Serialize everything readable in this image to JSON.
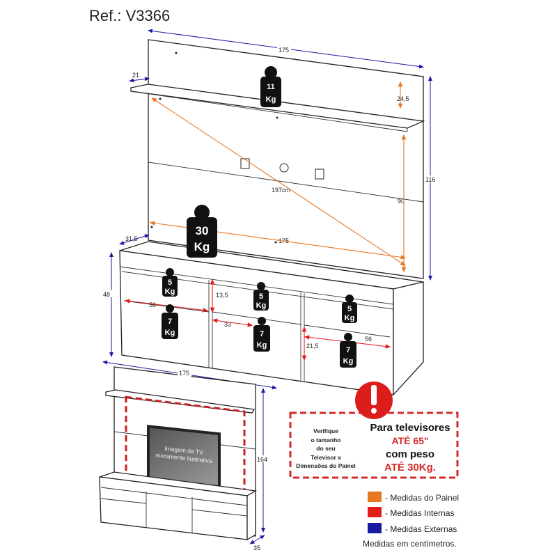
{
  "title": "Ref.: V3366",
  "colors": {
    "orange": "#e87722",
    "red": "#e31b1b",
    "blue": "#1a1aa0"
  },
  "main_dimensions": {
    "panel_width": "175",
    "shelf_depth": "21",
    "shelf_height": "24,5",
    "panel_height": "116",
    "diagonal": "197cm",
    "inner_height": "90",
    "rack_depth": "31,5",
    "inner_width": "175",
    "rack_height": "48",
    "niche_height": "13,5",
    "niche_width_left": "56",
    "niche_width_mid": "33",
    "niche_height_right": "21,5",
    "niche_width_right": "56"
  },
  "weights": {
    "shelf": {
      "value": "11",
      "unit": "Kg"
    },
    "panel": {
      "value": "30",
      "unit": "Kg"
    },
    "top_left": {
      "value": "5",
      "unit": "Kg"
    },
    "top_mid": {
      "value": "5",
      "unit": "Kg"
    },
    "top_right": {
      "value": "5",
      "unit": "Kg"
    },
    "bottom_left": {
      "value": "7",
      "unit": "Kg"
    },
    "bottom_mid": {
      "value": "7",
      "unit": "Kg"
    },
    "bottom_right": {
      "value": "7",
      "unit": "Kg"
    }
  },
  "small_view": {
    "width": "175",
    "height": "164",
    "depth": "35",
    "tv_caption_line1": "Imagem da TV",
    "tv_caption_line2": "meramente ilustrativa"
  },
  "warning": {
    "left_lines": [
      "Verifique",
      "o tamanho",
      "do seu",
      "Televisor x",
      "Dimensões do Painel"
    ],
    "line1": "Para televisores",
    "line2": "ATÉ 65\"",
    "line3": "com peso",
    "line4": "ATÉ 30Kg."
  },
  "legend": [
    {
      "label": "- Medidas do Painel",
      "color": "#e87722"
    },
    {
      "label": "- Medidas Internas",
      "color": "#e31b1b"
    },
    {
      "label": "- Medidas Externas",
      "color": "#1a1aa0"
    }
  ],
  "footnote": "Medidas em centímetros."
}
